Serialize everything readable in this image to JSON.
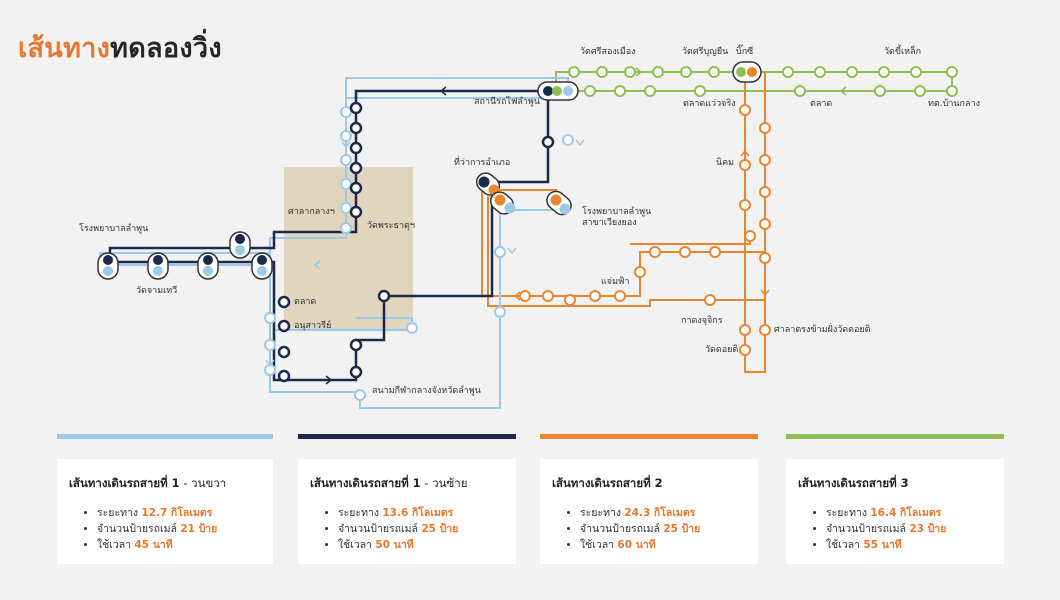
{
  "title": {
    "part1": "เส้นทาง",
    "part2": "ทดลองวิ่ง"
  },
  "colors": {
    "line1_right": "#9cc9ea",
    "line1_left": "#1b2a4c",
    "line2": "#e8862f",
    "line3": "#8dbf52",
    "district": "#d8ccab"
  },
  "stations": [
    {
      "id": "wat-sri-song-mueang",
      "label": "วัดศรีสองเมือง"
    },
    {
      "id": "wat-sri-boonyuen",
      "label": "วัดศรีบุญยืน"
    },
    {
      "id": "big-c",
      "label": "บิ๊กซี"
    },
    {
      "id": "wat-kee-lek",
      "label": "วัดขี้เหล็ก"
    },
    {
      "id": "railway-station",
      "label": "สถานีรถไฟลำพูน"
    },
    {
      "id": "talad-waeng-ching",
      "label": "ตลาดแว่วจริง"
    },
    {
      "id": "talad-east",
      "label": "ตลาด"
    },
    {
      "id": "tt-ban-klang",
      "label": "ทต.บ้านกลาง"
    },
    {
      "id": "nikhom",
      "label": "นิคม"
    },
    {
      "id": "district-office",
      "label": "ที่ว่าการอำเภอ"
    },
    {
      "id": "hospital-wiang-yong",
      "label": "โรงพยาบาลลำพูน\nสาขาเวียงยอง"
    },
    {
      "id": "sala-klang",
      "label": "ศาลากลางฯ"
    },
    {
      "id": "wat-phra-that",
      "label": "วัดพระธาตุฯ"
    },
    {
      "id": "hospital-lamphun",
      "label": "โรงพยาบาลลำพูน"
    },
    {
      "id": "wat-cham-thewi",
      "label": "วัดจามเทวี"
    },
    {
      "id": "talad-center",
      "label": "ตลาด"
    },
    {
      "id": "monument",
      "label": "อนุสาวรีย์"
    },
    {
      "id": "stadium",
      "label": "สนามกีฬากลางจังหวัดลำพูน"
    },
    {
      "id": "saen-fah",
      "label": "แจ่มฟ้า"
    },
    {
      "id": "ka-dong-jut",
      "label": "กาดงจุจิกร"
    },
    {
      "id": "wat-doi-ti",
      "label": "วัดดอยติ"
    },
    {
      "id": "sala-doi-ti",
      "label": "ศาลาตรงข้ามฝั่งวัดดอยติ"
    }
  ],
  "routes": [
    {
      "color": "#9cc9ea",
      "title": "เส้นทางเดินรถสายที่ 1",
      "subtitle": " - วนขวา",
      "items": [
        {
          "label": "ระยะทาง",
          "value": "12.7 กิโลเมตร"
        },
        {
          "label": "จำนวนป้ายรถเมล์",
          "value": "21 ป้าย"
        },
        {
          "label": "ใช้เวลา",
          "value": "45 นาที"
        }
      ]
    },
    {
      "color": "#1b2a4c",
      "title": "เส้นทางเดินรถสายที่ 1",
      "subtitle": " - วนซ้าย",
      "items": [
        {
          "label": "ระยะทาง",
          "value": "13.6 กิโลเมตร"
        },
        {
          "label": "จำนวนป้ายรถเมล์",
          "value": "25 ป้าย"
        },
        {
          "label": "ใช้เวลา",
          "value": "50 นาที"
        }
      ]
    },
    {
      "color": "#e8862f",
      "title": "เส้นทางเดินรถสายที่ 2",
      "subtitle": "",
      "items": [
        {
          "label": "ระยะทาง",
          "value": "24.3 กิโลเมตร"
        },
        {
          "label": "จำนวนป้ายรถเมล์",
          "value": "25 ป้าย"
        },
        {
          "label": "ใช้เวลา",
          "value": "60 นาที"
        }
      ]
    },
    {
      "color": "#8dbf52",
      "title": "เส้นทางเดินรถสายที่ 3",
      "subtitle": "",
      "items": [
        {
          "label": "ระยะทาง",
          "value": "16.4 กิโลเมตร"
        },
        {
          "label": "จำนวนป้ายรถเมล์",
          "value": "23 ป้าย"
        },
        {
          "label": "ใช้เวลา",
          "value": "55 นาที"
        }
      ]
    }
  ]
}
